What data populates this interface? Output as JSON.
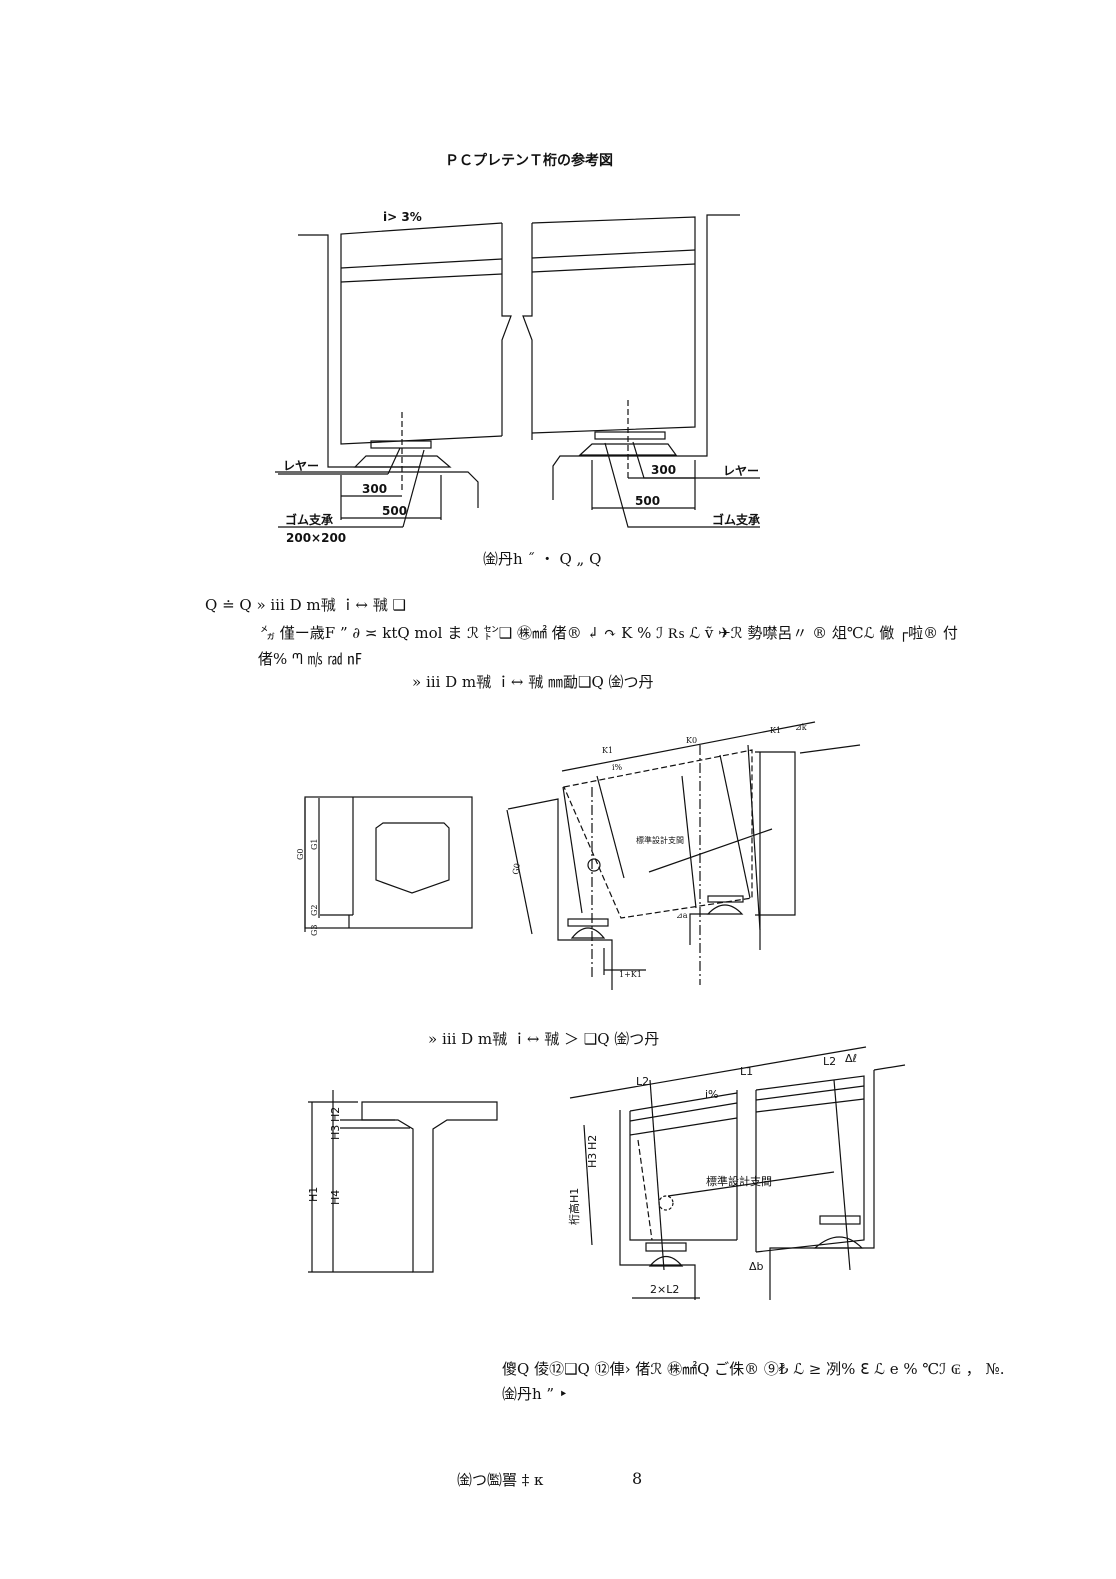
{
  "figure1": {
    "title": "ＰＣプレテンＴ桁の参考図",
    "slope": "i> 3%",
    "left_layer": "レヤー",
    "left_dim_300": "300",
    "left_dim_500": "500",
    "left_bearing": "ゴム支承",
    "left_bearing_size": "200×200",
    "right_dim_300": "300",
    "right_dim_500": "500",
    "right_layer": "レヤー",
    "right_bearing": "ゴム支承",
    "caption": "㈮丹h ˝ ・ Q „ Q"
  },
  "body": {
    "heading": "Q ≐ Q » ⅲ Ⅾ m㍻ ｉ↔ ㍻ ❑",
    "paragraph_line1": "㍋ 僅ー歳F ” ∂ ≍ ktQ mol ま ℛ ㌣❑ ㊑㎟ 偖® ↲ ↷ K % ℐ ₨ ℒ ṽ ✈ℛ 勢噤呂〃 ® 俎℃ℒ 僘 ┌啦® 付",
    "paragraph_line2": "偖% ᘉ ㎧ ㎭ ㎋",
    "figure2_caption": "» ⅲ Ⅾ m㍻ ｉ↔ ㍻ ㎜勔❑Q ㈮つ丹"
  },
  "figure2": {
    "g0": "G0",
    "g1": "G1",
    "g2": "G2",
    "g3": "G3",
    "k1_left": "K1",
    "k0": "K0",
    "k1_right": "K1",
    "delta_k": "⊿k",
    "slope": "i%",
    "span": "標準設計支間",
    "g0_skew": "G0",
    "delta_a": "⊿a",
    "bottom_dim": "1+K1"
  },
  "figure3": {
    "caption": "» ⅲ Ⅾ m㍻ ｉ↔ ㍻ ＞ ❑Q ㈮つ丹",
    "h1": "H1",
    "h2": "H2",
    "h3": "H3",
    "h4": "H4",
    "l1": "L1",
    "l2_left": "L2",
    "l2_right": "L2",
    "delta_l": "Δℓ",
    "slope": "i%",
    "girder_height": "桁高H1",
    "span": "標準設計支間",
    "delta_b": "Δb",
    "bottom_dim": "2×L2"
  },
  "note": {
    "line1": "傻Q 倰⑫❑Q ⑫俥› 偖ℛ ㊑㎟Q ご侏® ⑨₺ ℒ ≥ 冽% ℇ ℒ e % ℃ℐ ₢ ， №.",
    "line2": "㈮丹h ” ‣"
  },
  "footer": {
    "page_label": "㈮つ㈼嘼 ‡ κ",
    "page_number": "8"
  }
}
